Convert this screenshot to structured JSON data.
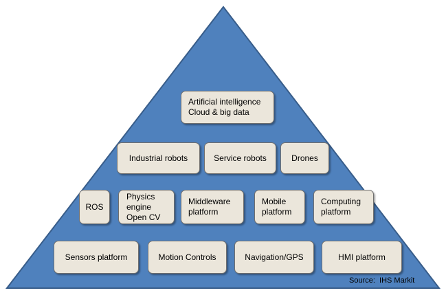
{
  "pyramid": {
    "fill_color": "#4f81bd",
    "stroke_color": "#385d8a",
    "box_fill_color": "#ebe6db",
    "box_border_color": "#6f6f6f",
    "tiers": [
      {
        "items": [
          {
            "lines": [
              "Artificial intelligence",
              "Cloud & big data"
            ]
          }
        ]
      },
      {
        "items": [
          {
            "lines": [
              "Industrial robots"
            ]
          },
          {
            "lines": [
              "Service robots"
            ]
          },
          {
            "lines": [
              "Drones"
            ]
          }
        ]
      },
      {
        "items": [
          {
            "lines": [
              "ROS"
            ]
          },
          {
            "lines": [
              "Physics",
              "engine",
              "Open CV"
            ]
          },
          {
            "lines": [
              "Middleware",
              "platform"
            ]
          },
          {
            "lines": [
              "Mobile",
              "platform"
            ]
          },
          {
            "lines": [
              "Computing",
              "platform"
            ]
          }
        ]
      },
      {
        "items": [
          {
            "lines": [
              "Sensors platform"
            ]
          },
          {
            "lines": [
              "Motion Controls"
            ]
          },
          {
            "lines": [
              "Navigation/GPS"
            ]
          },
          {
            "lines": [
              "HMI platform"
            ]
          }
        ]
      }
    ]
  },
  "source": "Source:  IHS Markit"
}
